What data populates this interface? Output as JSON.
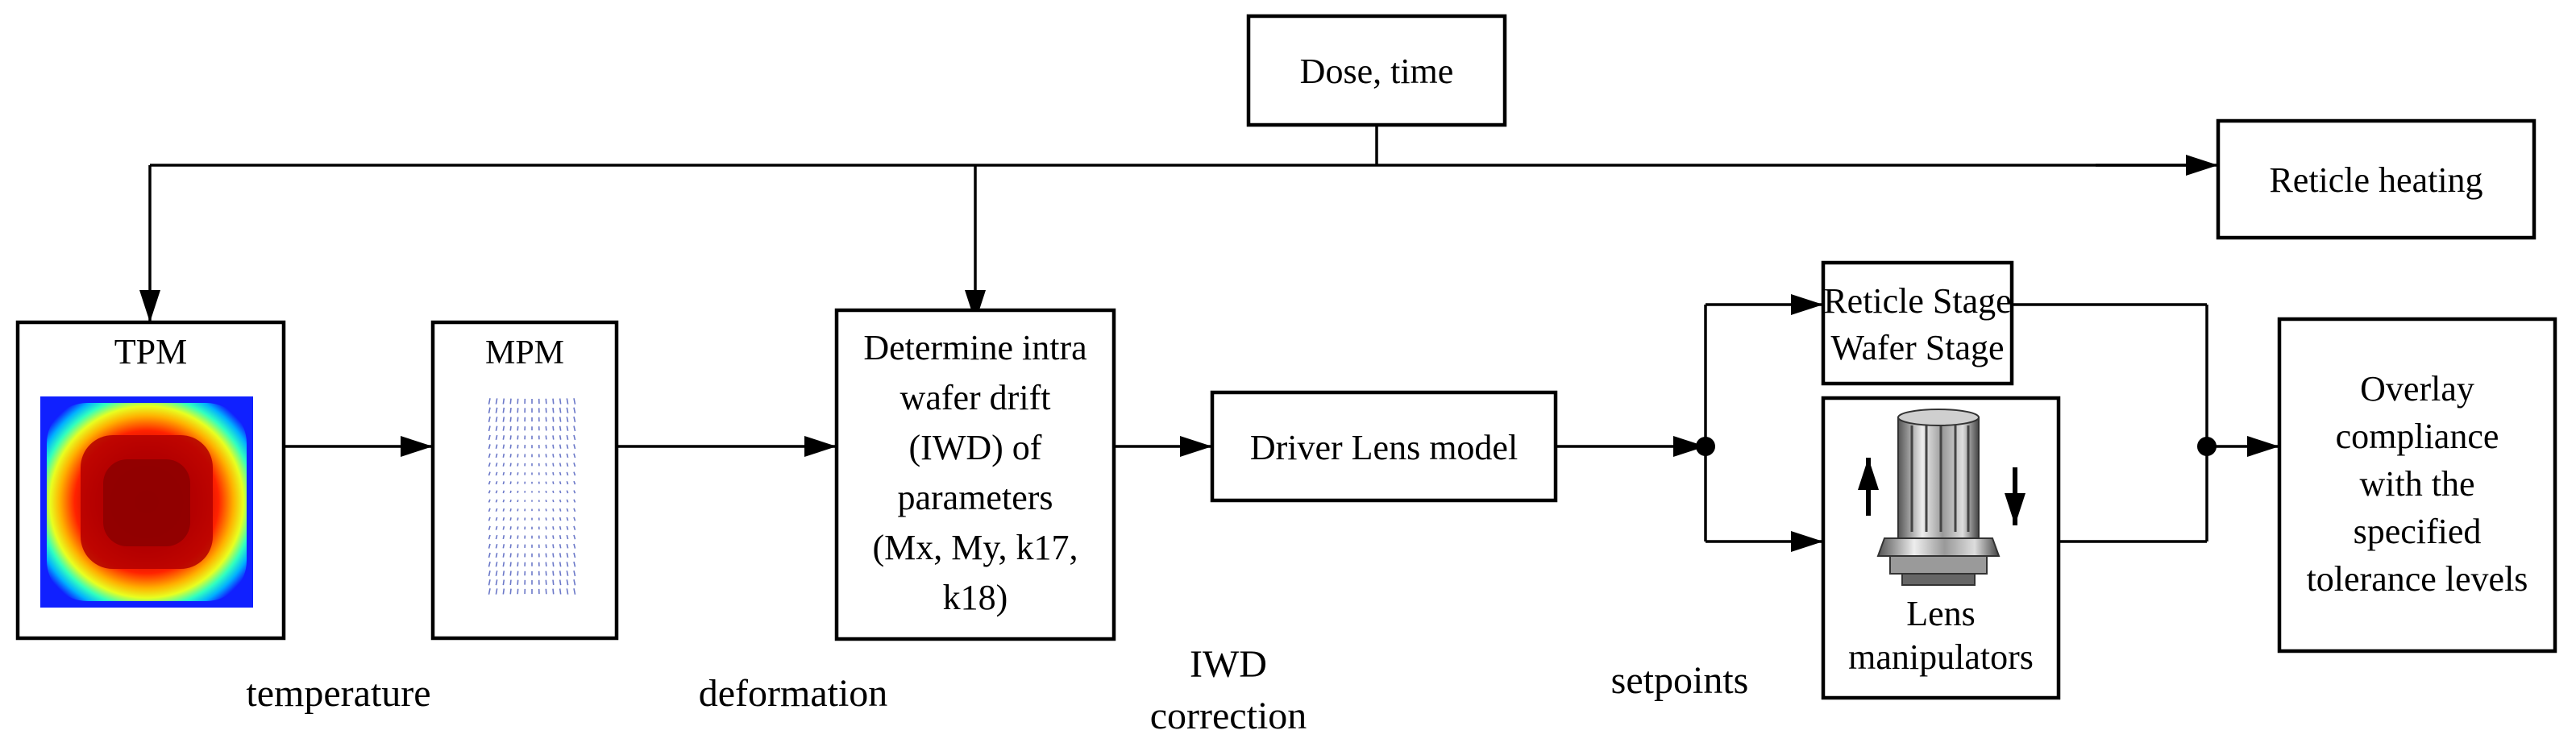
{
  "boxes": {
    "dose": "Dose, time",
    "reticle_heating": "Reticle heating",
    "tpm": "TPM",
    "mpm": "MPM",
    "iwd": [
      "Determine intra",
      "wafer drift",
      "(IWD) of",
      "parameters",
      "(Mx, My, k17,",
      "k18)"
    ],
    "driver": "Driver Lens model",
    "stages": [
      "Reticle Stage",
      "Wafer Stage"
    ],
    "lens": [
      "Lens",
      "manipulators"
    ],
    "overlay": [
      "Overlay",
      "compliance",
      "with the",
      "specified",
      "tolerance levels"
    ]
  },
  "signals": {
    "temperature": "temperature",
    "deformation": "deformation",
    "iwd_correction": [
      "IWD",
      "correction"
    ],
    "setpoints": "setpoints"
  },
  "colors": {
    "heat_hot": "#8b0000",
    "heat_mid": "#ff2a00",
    "heat_warm": "#ffd000",
    "heat_cool": "#00d8ff",
    "heat_cold": "#1830ff",
    "vector": "#6b78c8"
  }
}
